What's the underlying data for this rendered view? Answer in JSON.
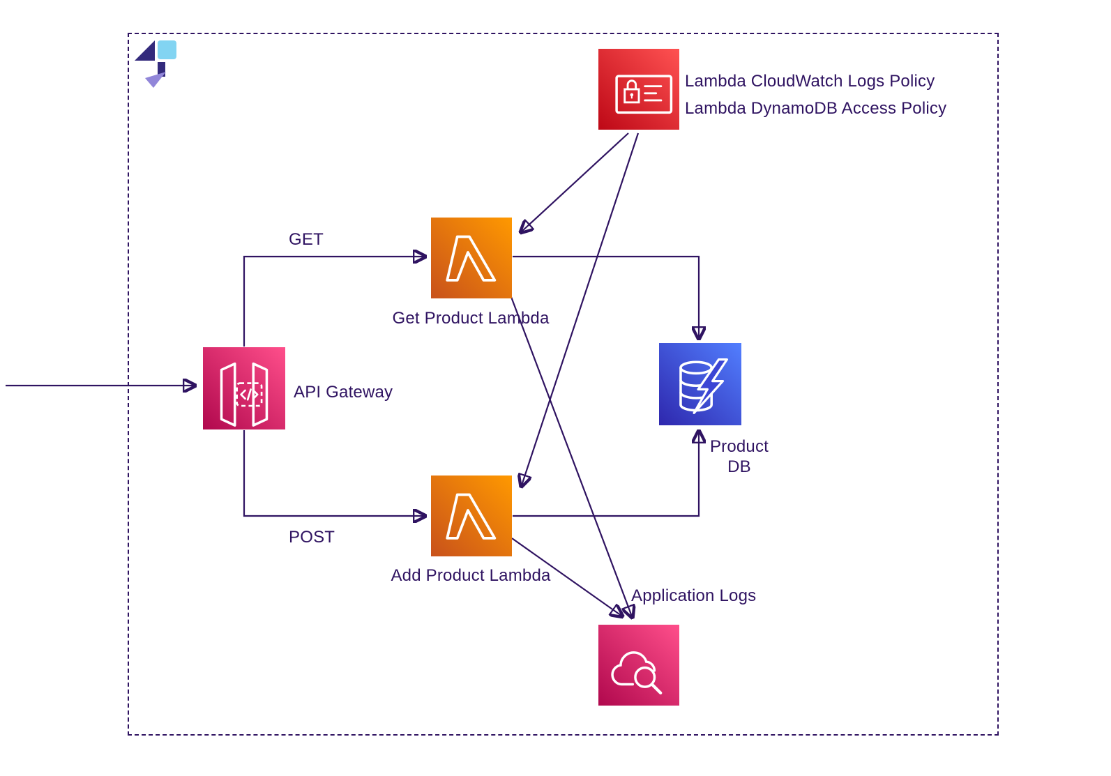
{
  "nodes": {
    "iam_policy": {
      "icon": "iam-policy-icon",
      "label1": "Lambda CloudWatch Logs Policy",
      "label2": "Lambda DynamoDB Access Policy"
    },
    "api_gateway": {
      "icon": "api-gateway-icon",
      "label": "API Gateway"
    },
    "get_lambda": {
      "icon": "lambda-icon",
      "label": "Get Product Lambda"
    },
    "add_lambda": {
      "icon": "lambda-icon",
      "label": "Add Product Lambda"
    },
    "product_db": {
      "icon": "dynamodb-icon",
      "label1": "Product",
      "label2": "DB"
    },
    "app_logs": {
      "icon": "cloudwatch-logs-icon",
      "label": "Application Logs"
    }
  },
  "edges": {
    "get": {
      "label": "GET"
    },
    "post": {
      "label": "POST"
    }
  },
  "colors": {
    "connector": "#2f1361",
    "text": "#2f1361",
    "border": "#2f1361",
    "lambda_gradient_from": "#C8511B",
    "lambda_gradient_to": "#FF9900",
    "api_gateway_gradient_from": "#B0084D",
    "api_gateway_gradient_to": "#FF4F8B",
    "iam_gradient_from": "#BD0816",
    "iam_gradient_to": "#FF5252",
    "dynamodb_gradient_from": "#2E27AD",
    "dynamodb_gradient_to": "#527FFF",
    "cloudwatch_gradient_from": "#B0084D",
    "cloudwatch_gradient_to": "#FF4F8B"
  }
}
